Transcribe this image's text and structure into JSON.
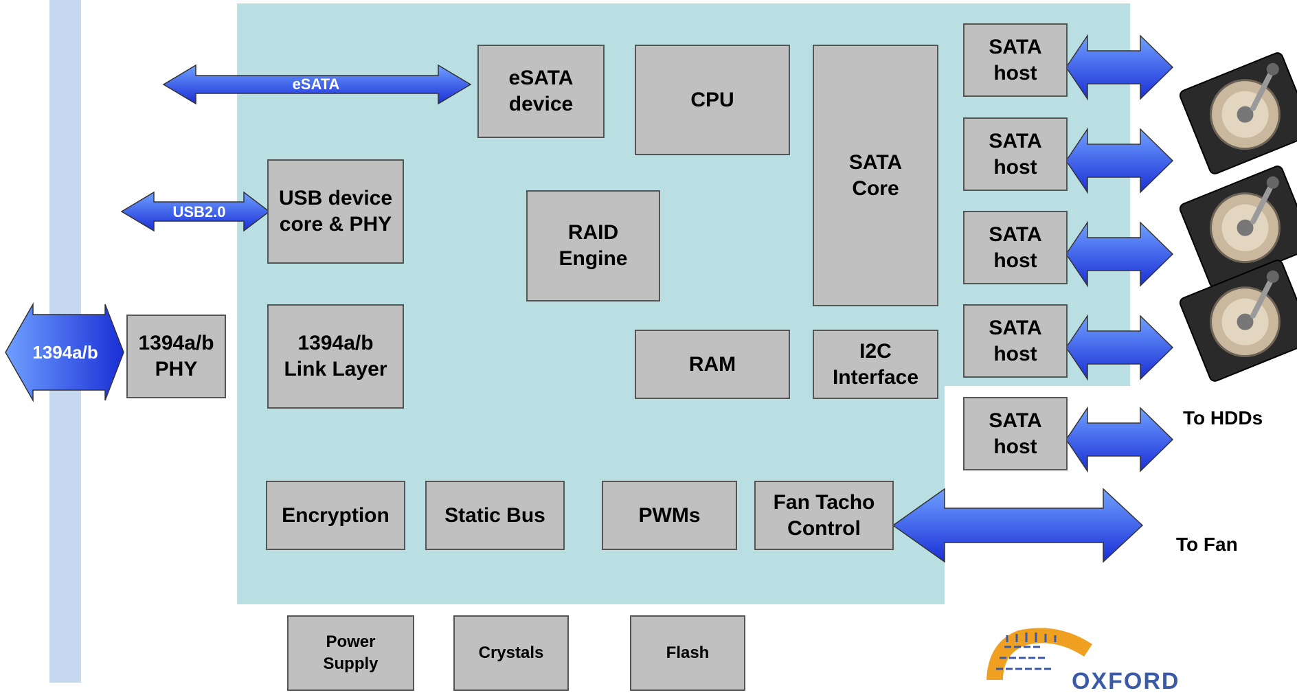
{
  "colors": {
    "chip_background": "#b9dfe3",
    "left_bar": "#c5d8f0",
    "block_fill": "#c0c0c0",
    "block_border": "#555555",
    "arrow_light": "#6fa0ff",
    "arrow_dark": "#1a2fd6",
    "logo_orange": "#f0a020",
    "logo_blue": "#3a5aa8"
  },
  "blocks": {
    "esata_device": "eSATA\ndevice",
    "cpu": "CPU",
    "sata_core": "SATA\nCore",
    "usb_device": "USB device\ncore & PHY",
    "raid_engine": "RAID\nEngine",
    "phy_1394": "1394a/b\nPHY",
    "link_1394": "1394a/b\nLink Layer",
    "ram": "RAM",
    "i2c": "I2C\nInterface",
    "sata_host_1": "SATA\nhost",
    "sata_host_2": "SATA\nhost",
    "sata_host_3": "SATA\nhost",
    "sata_host_4": "SATA\nhost",
    "sata_host_5": "SATA\nhost",
    "encryption": "Encryption",
    "static_bus": "Static Bus",
    "pwms": "PWMs",
    "fan_tacho": "Fan Tacho\nControl",
    "power_supply": "Power\nSupply",
    "crystals": "Crystals",
    "flash": "Flash"
  },
  "arrows": {
    "esata": "eSATA",
    "usb": "USB2.0",
    "fw": "1394a/b"
  },
  "labels": {
    "to_hdds": "To HDDs",
    "to_fan": "To Fan"
  },
  "logo": {
    "text": "OXFORD"
  },
  "icons": {
    "hdd": "hard-disk-drive-icon",
    "logo_mark": "oxford-logo-icon"
  }
}
